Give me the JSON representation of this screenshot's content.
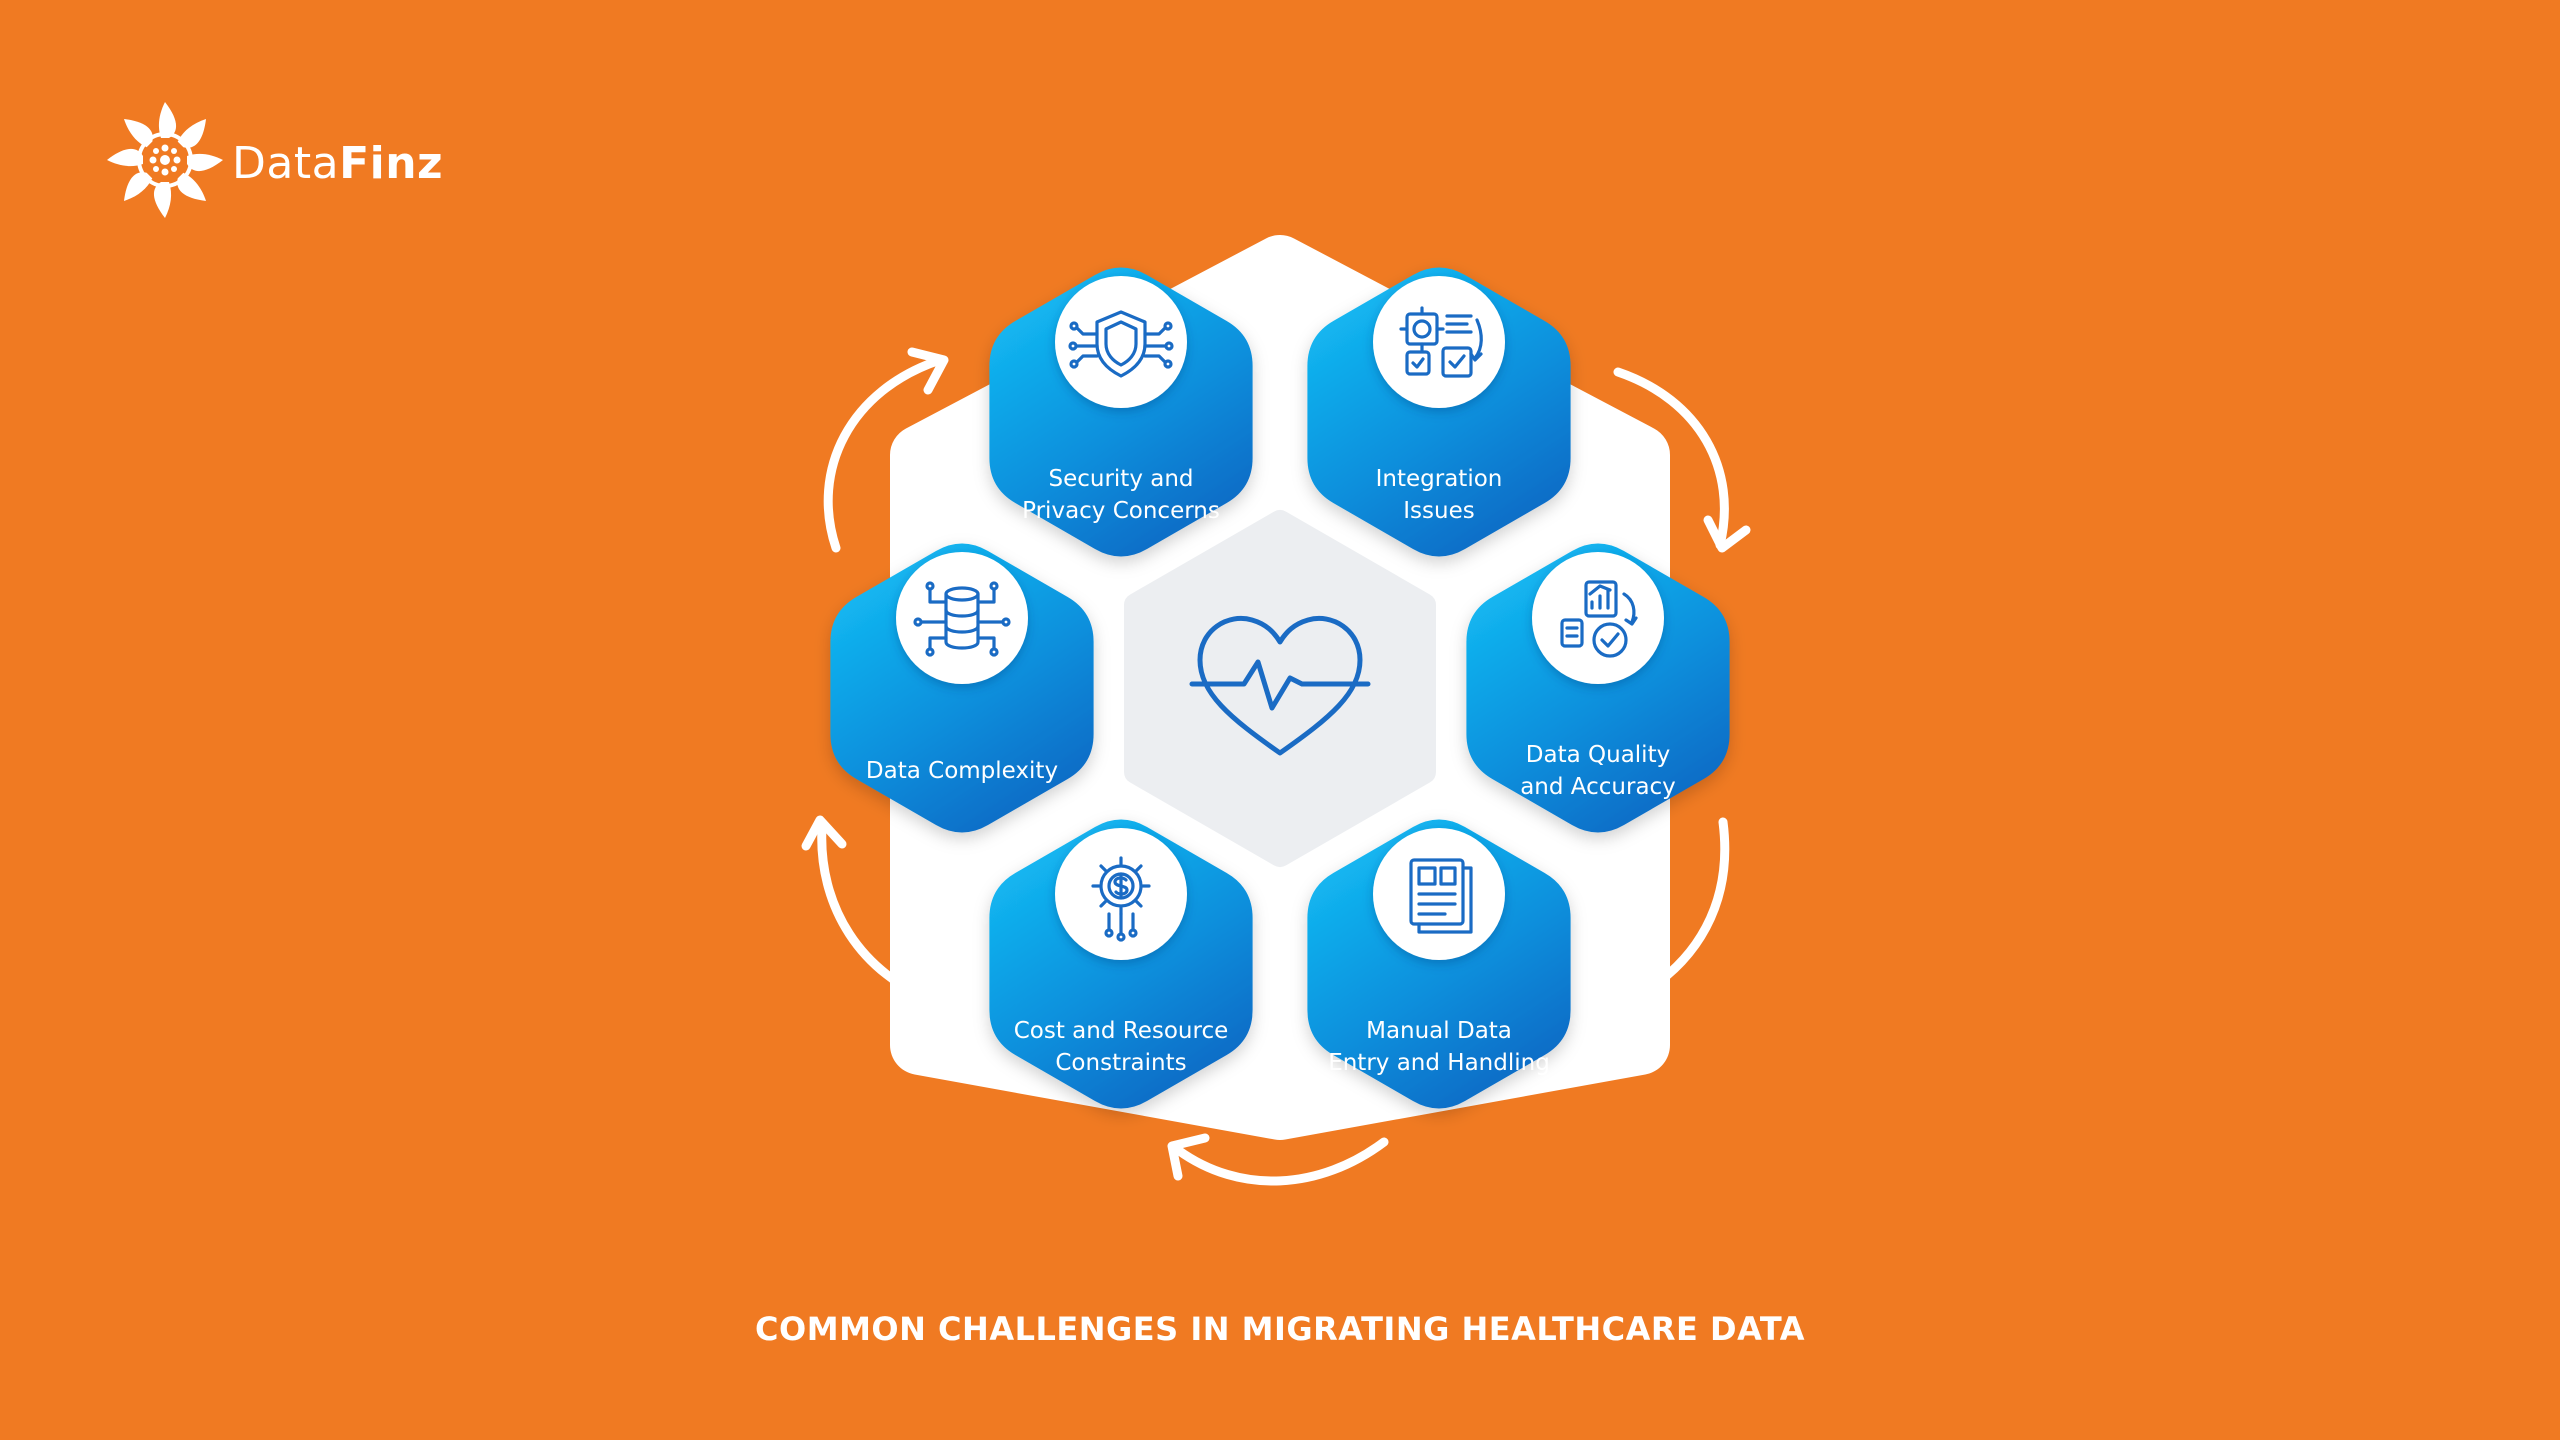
{
  "brand": {
    "name_light": "Data",
    "name_bold": "Finz",
    "logo_icon": "sun-spiral-logo-icon"
  },
  "diagram": {
    "title": "COMMON CHALLENGES IN MIGRATING HEALTHCARE DATA",
    "center_icon": "heart-pulse-icon",
    "nodes": [
      {
        "lines": [
          "Security and",
          "Privacy Concerns"
        ],
        "icon": "shield-circuit-icon"
      },
      {
        "lines": [
          "Integration",
          "Issues"
        ],
        "icon": "integration-gear-icon"
      },
      {
        "lines": [
          "Data Quality",
          "and Accuracy"
        ],
        "icon": "data-quality-chart-icon"
      },
      {
        "lines": [
          "Manual Data",
          "Entry and Handling"
        ],
        "icon": "document-icon"
      },
      {
        "lines": [
          "Cost and Resource",
          "Constraints"
        ],
        "icon": "cost-gear-dollar-icon"
      },
      {
        "lines": [
          "Data Complexity"
        ],
        "icon": "database-circuit-icon"
      }
    ],
    "colors": {
      "background": "#F07A22",
      "hex_light": "#12B5F0",
      "hex_dark": "#0C6FC8",
      "center": "#ECEEF1",
      "icon_stroke": "#1a6bc4"
    }
  }
}
